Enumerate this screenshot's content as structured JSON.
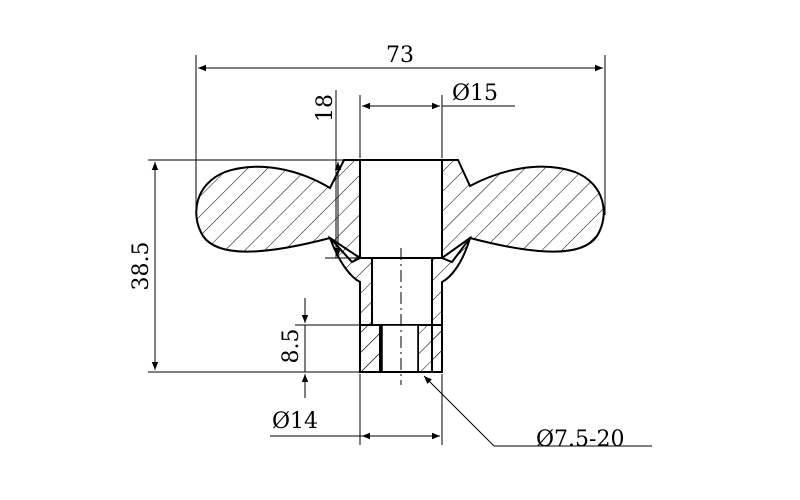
{
  "drawing": {
    "type": "technical-drawing",
    "subject": "wing-nut-style-knob-section",
    "dimensions": {
      "overall_width": "73",
      "bore_diameter": "Ø15",
      "bore_depth": "18",
      "overall_height": "38.5",
      "thread_length": "8.5",
      "shank_diameter": "Ø14",
      "thread_callout": "Ø7.5-20"
    }
  }
}
